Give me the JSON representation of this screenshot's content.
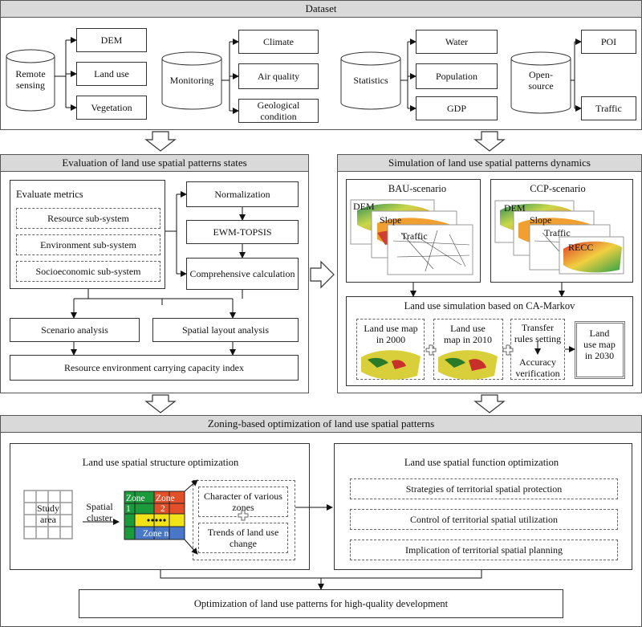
{
  "dataset": {
    "title": "Dataset",
    "groups": [
      {
        "label": "Remote sensing",
        "items": [
          "DEM",
          "Land use",
          "Vegetation"
        ]
      },
      {
        "label": "Monitoring",
        "items": [
          "Climate",
          "Air quality",
          "Geological condition"
        ]
      },
      {
        "label": "Statistics",
        "items": [
          "Water",
          "Population",
          "GDP"
        ]
      },
      {
        "label": "Open-source",
        "items": [
          "POI",
          "Traffic"
        ]
      }
    ]
  },
  "evaluation": {
    "title": "Evaluation of land use spatial patterns states",
    "metrics_title": "Evaluate metrics",
    "subsystems": [
      "Resource sub-system",
      "Environment sub-system",
      "Socioeconomic sub-system"
    ],
    "steps": [
      "Normalization",
      "EWM-TOPSIS",
      "Comprehensive calculation"
    ],
    "scenario": "Scenario analysis",
    "spatial_layout": "Spatial layout analysis",
    "index": "Resource environment carrying capacity index"
  },
  "simulation": {
    "title": "Simulation of land use spatial patterns dynamics",
    "bau": {
      "title": "BAU-scenario",
      "layers": [
        "DEM",
        "Slope",
        "Traffic"
      ]
    },
    "ccp": {
      "title": "CCP-scenario",
      "layers": [
        "DEM",
        "Slope",
        "Traffic",
        "RECC"
      ]
    },
    "camarkov_title": "Land use simulation based on CA-Markov",
    "map2000": "Land use map in 2000",
    "map2010": "Land use map in 2010",
    "transfer": "Transfer rules setting",
    "accuracy": "Accuracy verification",
    "map2030": "Land use map in 2030"
  },
  "zoning": {
    "title": "Zoning-based optimization of land use spatial patterns",
    "structure_title": "Land use spatial structure optimization",
    "study_area": "Study area",
    "spatial_cluster": "Spatial cluster",
    "zones": [
      "Zone 1",
      "Zone 2",
      "Zone n"
    ],
    "character": "Character of various zones",
    "trends": "Trends of land use change",
    "function_title": "Land use spatial function optimization",
    "functions": [
      "Strategies of  territorial spatial protection",
      "Control of  territorial spatial utilization",
      "Implication of territorial spatial planning"
    ],
    "final": "Optimization of land use patterns for high-quality  development"
  },
  "colors": {
    "band": "#d9d9d9",
    "zone_green": "#1a9a3a",
    "zone_red": "#e2502a",
    "zone_yellow": "#f2e21a",
    "zone_blue": "#4a78c8"
  }
}
